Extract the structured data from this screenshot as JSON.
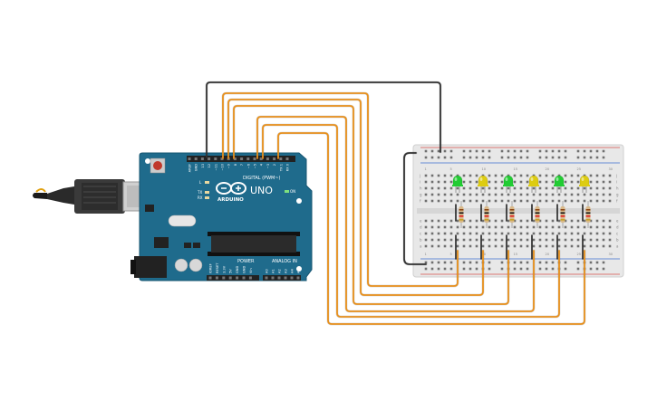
{
  "board": {
    "model": "UNO",
    "logo_text": "ARDUINO",
    "brand_text": "ARDUINO",
    "digital_header": "DIGITAL (PWM~)",
    "power_label": "POWER",
    "analog_label": "ANALOG IN",
    "on_label": "ON",
    "tx_label": "TX",
    "rx_label": "RX",
    "l_label": "L",
    "ioref_label": "IOREF",
    "reset_label": "RESET",
    "pin_labels_top": [
      "AREF",
      "GND",
      "13",
      "12",
      "~11",
      "~10",
      "~9",
      "8",
      "7",
      "~6",
      "~5",
      "4",
      "~3",
      "2",
      "TX 1",
      "RX 0"
    ],
    "pin_labels_bottom": [
      "IOREF",
      "RESET",
      "3.3V",
      "5V",
      "GND",
      "GND",
      "Vin",
      "A0",
      "A1",
      "A2",
      "A3",
      "A4",
      "A5"
    ],
    "color": "#1f6b8c"
  },
  "breadboard": {
    "row_letters_top": [
      "j",
      "i",
      "h",
      "g",
      "f"
    ],
    "row_letters_bottom": [
      "e",
      "d",
      "c",
      "b",
      "a"
    ],
    "column_numbers": [
      "1",
      "5",
      "10",
      "15",
      "20",
      "25",
      "30"
    ]
  },
  "leds": [
    {
      "color": "#22cc33"
    },
    {
      "color": "#ddcc11"
    },
    {
      "color": "#22cc33"
    },
    {
      "color": "#ddcc11"
    },
    {
      "color": "#22cc33"
    },
    {
      "color": "#ddcc11"
    }
  ],
  "wire_colors": {
    "signal": "#e8901c",
    "ground": "#333333"
  }
}
